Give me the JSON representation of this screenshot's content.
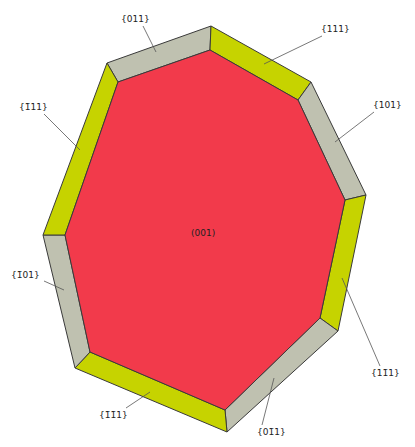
{
  "diagram": {
    "labels": [
      "{011}",
      "{111}",
      "{1̄11}",
      "{101}",
      "(001)",
      "{1̄01}",
      "{11̄1}",
      "{1̄1̄1}",
      "{01̄1}"
    ]
  }
}
